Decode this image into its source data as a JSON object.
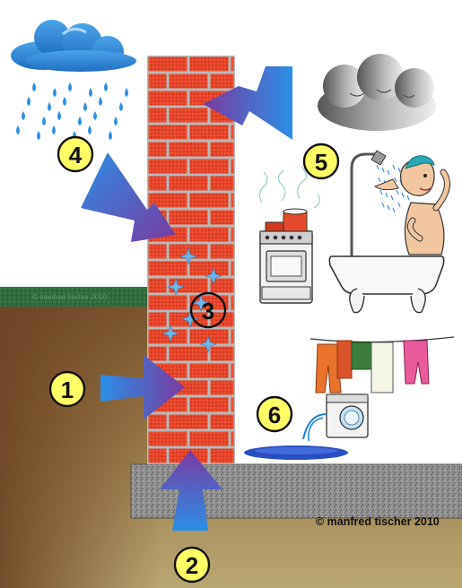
{
  "markers": [
    {
      "id": "1",
      "label": "1"
    },
    {
      "id": "2",
      "label": "2"
    },
    {
      "id": "3",
      "label": "3"
    },
    {
      "id": "4",
      "label": "4"
    },
    {
      "id": "5",
      "label": "5"
    },
    {
      "id": "6",
      "label": "6"
    }
  ],
  "copyright": "© manfred tischer 2010",
  "watermark": "© manfred tischer 2010",
  "colors": {
    "marker_fill": "#ffff66",
    "arrow_blue": "#1e7fd6",
    "arrow_purple": "#7a3a9e",
    "brick": "#e8452a",
    "mortar": "#b9b9b9",
    "soil_top": "#8a6a3c",
    "soil_bottom": "#b8a670",
    "grass": "#2f6b3f",
    "foundation": "#8c8c8c",
    "frost": "#6fb6ea"
  }
}
